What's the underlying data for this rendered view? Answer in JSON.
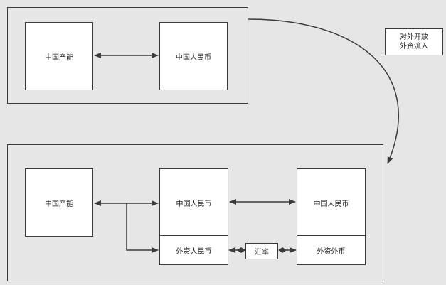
{
  "top_group": {
    "china_capacity": "中国产能",
    "china_rmb": "中国人民币"
  },
  "callout": {
    "line1": "对外开放",
    "line2": "外资流入"
  },
  "bottom_group": {
    "china_capacity": "中国产能",
    "china_rmb": "中国人民币",
    "foreign_rmb": "外资人民币",
    "exchange_rate": "汇率",
    "foreign_china_rmb": "中国人民币",
    "foreign_currency": "外资外币"
  },
  "colors": {
    "background": "#e6e6e6",
    "stroke": "#3a3a3a",
    "box_fill": "#ffffff"
  }
}
